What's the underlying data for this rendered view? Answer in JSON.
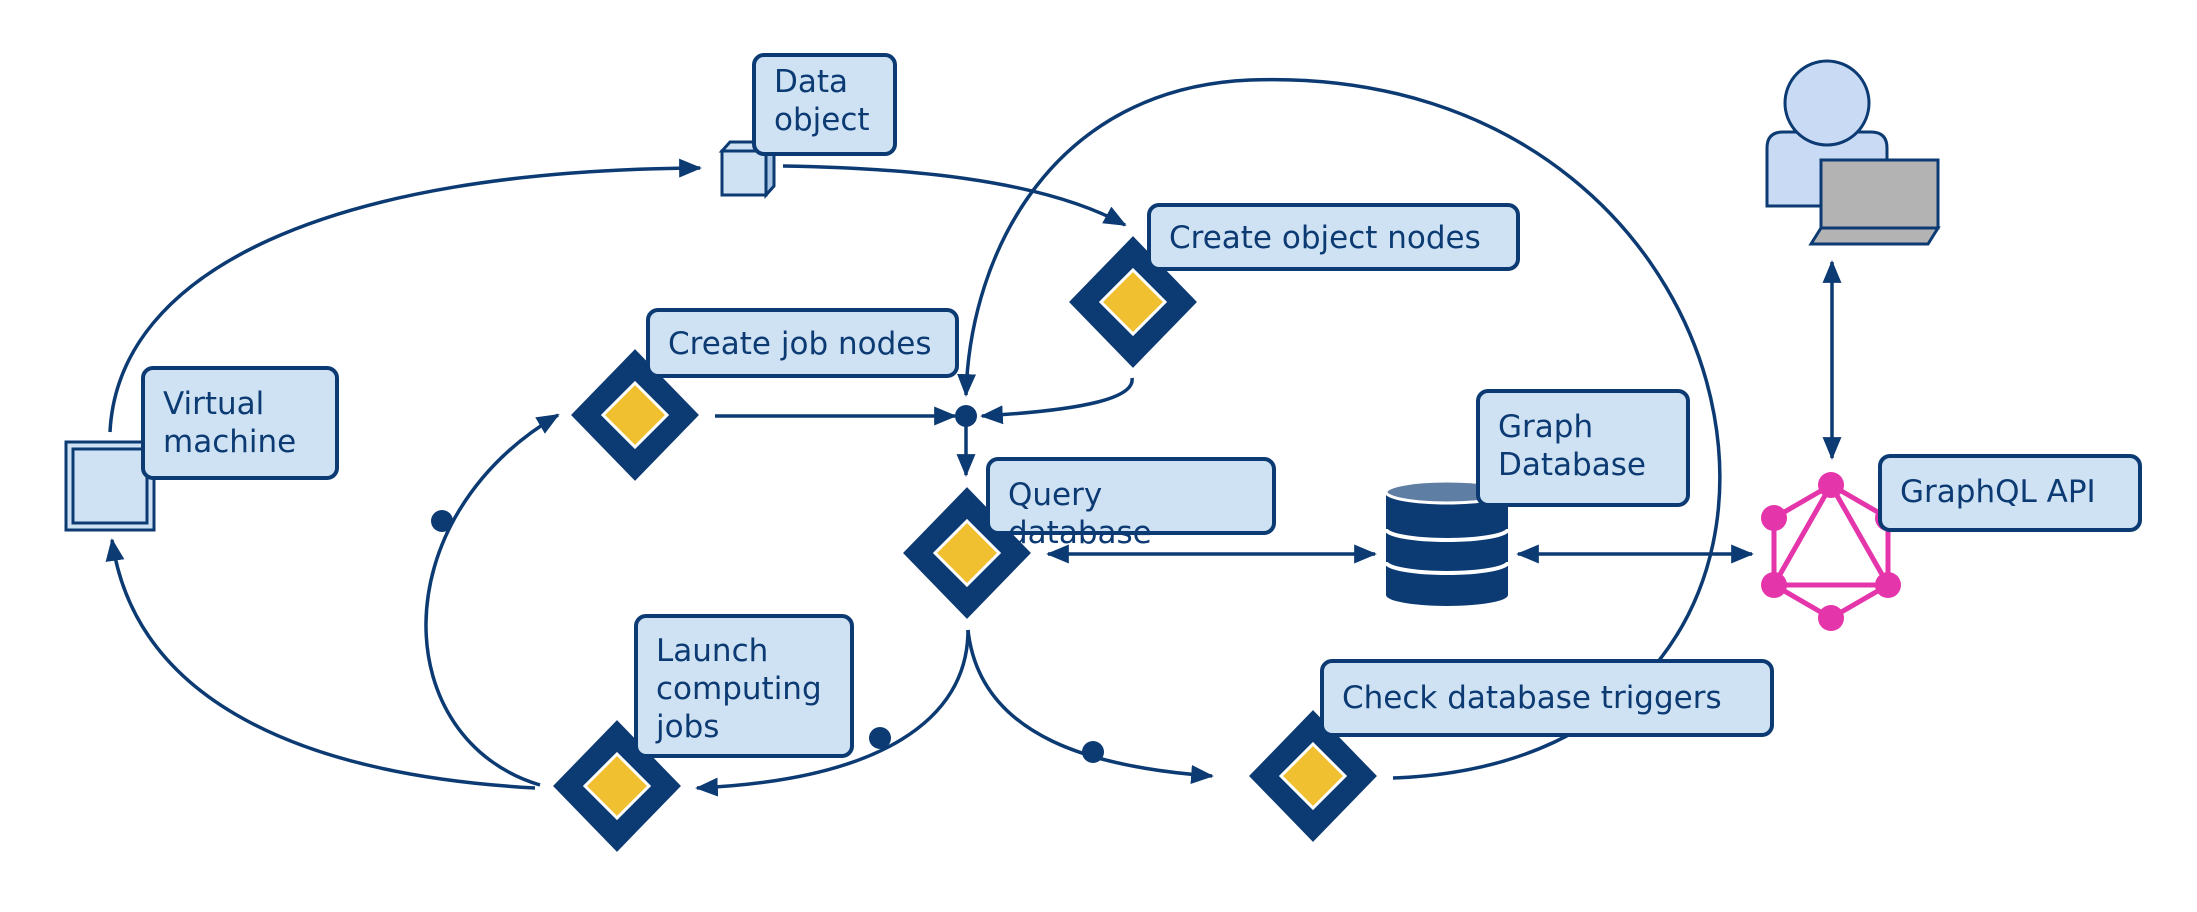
{
  "labels": {
    "data_object": "Data\nobject",
    "virtual_machine": "Virtual\nmachine",
    "create_object_nodes": "Create object nodes",
    "create_job_nodes": "Create job nodes",
    "query_database": "Query database",
    "graph_database": "Graph\nDatabase",
    "graphql_api": "GraphQL API",
    "launch_computing_jobs": "Launch\ncomputing\njobs",
    "check_database_triggers": "Check database triggers"
  },
  "icons": {
    "task": "diamond-task-icon",
    "database": "database-cylinder-icon",
    "graphql": "graphql-logo-icon",
    "user": "user-with-laptop-icon",
    "virtual_machine": "virtual-machine-box-icon",
    "data_object": "data-object-cube-icon"
  },
  "colors": {
    "primary": "#0c3a73",
    "label_fill": "#cfe2f3",
    "task_yellow": "#f0c030",
    "graphql_pink": "#e535ab",
    "laptop_gray": "#b3b3b3"
  }
}
